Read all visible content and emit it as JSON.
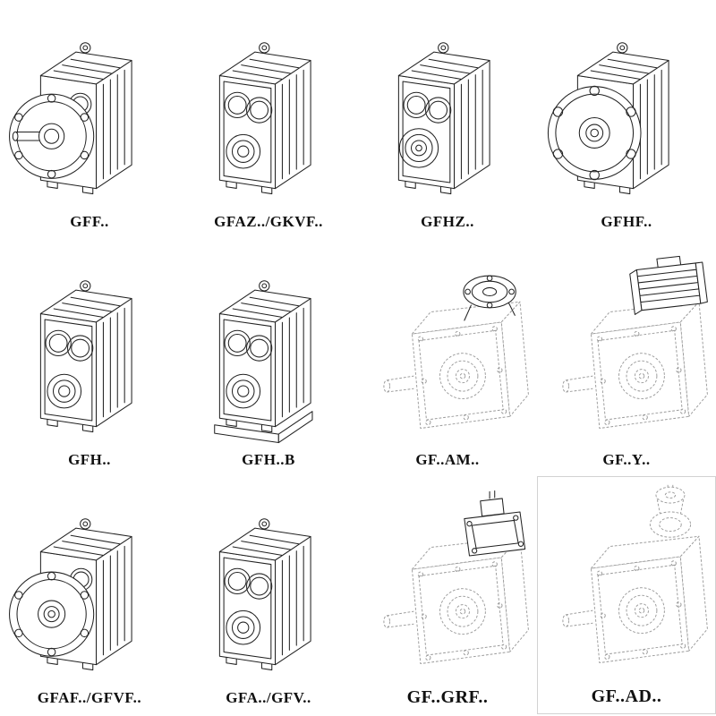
{
  "page": {
    "background": "#ffffff",
    "line_color_solid": "#222222",
    "line_color_dashed": "#9a9a9a"
  },
  "grid": {
    "columns": 4,
    "rows": 3,
    "items": [
      {
        "label": "GFF..",
        "variant": "flange-shaft",
        "line_style": "solid"
      },
      {
        "label": "GFAZ../GKVF..",
        "variant": "foot-hollow",
        "line_style": "solid"
      },
      {
        "label": "GFHZ..",
        "variant": "hollow-shrink",
        "line_style": "solid"
      },
      {
        "label": "GFHF..",
        "variant": "flange-hollow-large",
        "line_style": "solid"
      },
      {
        "label": "GFH..",
        "variant": "foot-hollow-2",
        "line_style": "solid"
      },
      {
        "label": "GFH..B",
        "variant": "foot-hollow-base",
        "line_style": "solid"
      },
      {
        "label": "GF..AM..",
        "variant": "adapter-am",
        "line_style": "dashed"
      },
      {
        "label": "GF..Y..",
        "variant": "motor",
        "line_style": "dashed"
      },
      {
        "label": "GFAF../GFVF..",
        "variant": "flange-hollow",
        "line_style": "solid"
      },
      {
        "label": "GFA../GFV..",
        "variant": "foot-hollow-3",
        "line_style": "solid"
      },
      {
        "label": "GF..GRF..",
        "variant": "adapter-grf",
        "line_style": "dashed"
      },
      {
        "label": "GF..AD..",
        "variant": "adapter-ad",
        "line_style": "dashed"
      }
    ]
  }
}
